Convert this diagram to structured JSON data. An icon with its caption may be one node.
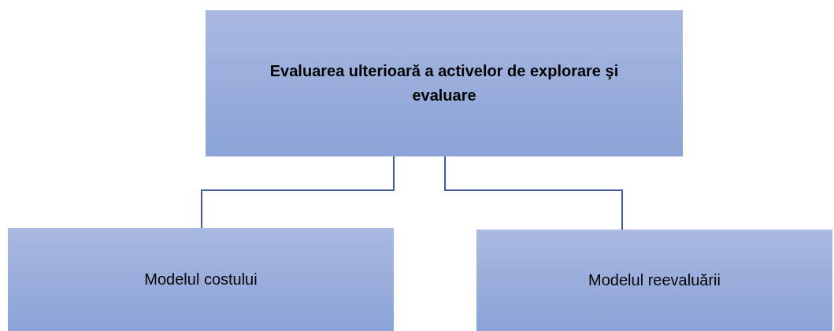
{
  "diagram": {
    "nodes": [
      {
        "text": [
          "Evaluarea ulterioară a activelor de explorare şi evaluare"
        ]
      },
      {
        "text": [
          "Modelul costului"
        ]
      },
      {
        "text": [
          "Modelul reevaluării"
        ]
      }
    ],
    "edges": [
      {
        "from": 0,
        "to": 1,
        "arrow": "none"
      },
      {
        "from": 0,
        "to": 2,
        "arrow": "none"
      }
    ]
  }
}
